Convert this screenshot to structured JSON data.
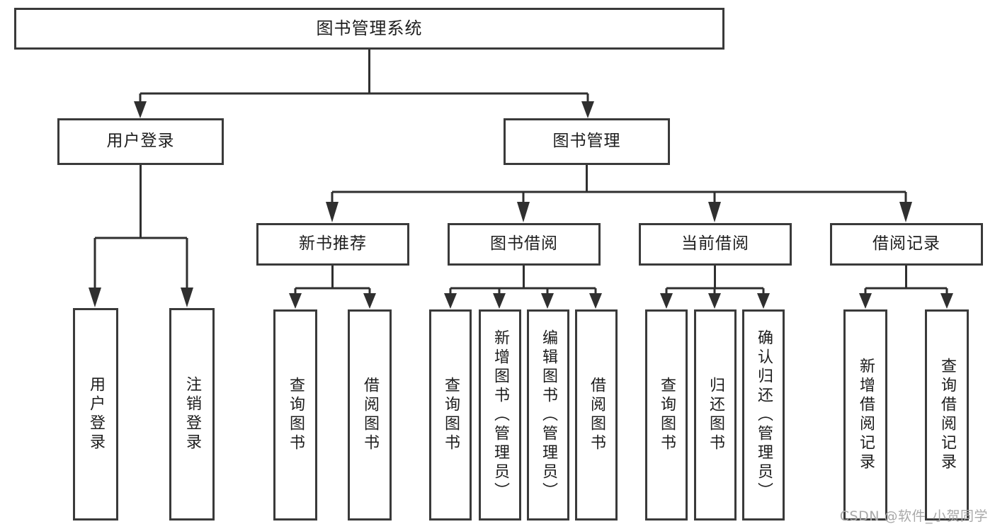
{
  "diagram": {
    "title": "图书管理系统",
    "type": "tree-hierarchy-chart",
    "root": {
      "label": "图书管理系统"
    },
    "level2": [
      {
        "label": "用户登录"
      },
      {
        "label": "图书管理"
      }
    ],
    "level3": [
      {
        "label": "新书推荐"
      },
      {
        "label": "图书借阅"
      },
      {
        "label": "当前借阅"
      },
      {
        "label": "借阅记录"
      }
    ],
    "leaves": {
      "user_login": [
        {
          "label": "用户登录"
        },
        {
          "label": "注销登录"
        }
      ],
      "new_book_recommend": [
        {
          "label": "查询图书"
        },
        {
          "label": "借阅图书"
        }
      ],
      "book_borrow": [
        {
          "label": "查询图书"
        },
        {
          "label": "新增图书（管理员）"
        },
        {
          "label": "编辑图书（管理员）"
        },
        {
          "label": "借阅图书"
        }
      ],
      "current_borrow": [
        {
          "label": "查询图书"
        },
        {
          "label": "归还图书"
        },
        {
          "label": "确认归还（管理员）"
        }
      ],
      "borrow_record": [
        {
          "label": "新增借阅记录"
        },
        {
          "label": "查询借阅记录"
        }
      ]
    }
  },
  "watermark": {
    "text": "CSDN @软件_小贺同学"
  },
  "colors": {
    "box_border": "#3a3a3a",
    "box_fill": "#ffffff",
    "line": "#2f2f2f",
    "text": "#1d1d1d",
    "watermark": "#a9a9a9"
  }
}
